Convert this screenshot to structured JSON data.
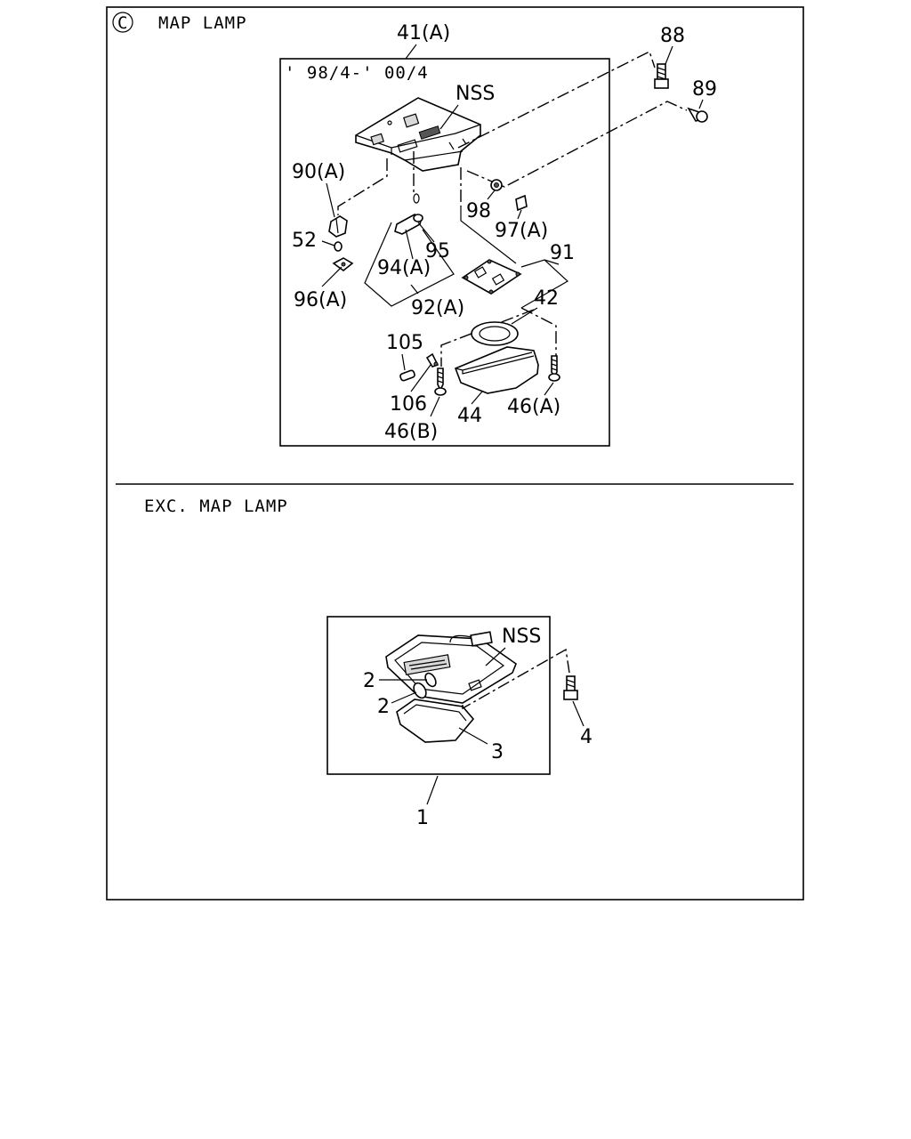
{
  "sections": {
    "map_lamp": {
      "marker": "C",
      "title": "MAP LAMP",
      "assembly_ref": "41(A)",
      "date_range": "' 98/4-' 00/4"
    },
    "exc_map_lamp": {
      "title": "EXC. MAP LAMP"
    }
  },
  "callouts_map_lamp": {
    "c88": "88",
    "c89": "89",
    "nss": "NSS",
    "c90a": "90(A)",
    "c52": "52",
    "c96a": "96(A)",
    "c94a": "94(A)",
    "c95": "95",
    "c92a": "92(A)",
    "c98": "98",
    "c97a": "97(A)",
    "c91": "91",
    "c42": "42",
    "c105": "105",
    "c106": "106",
    "c46b": "46(B)",
    "c44": "44",
    "c46a": "46(A)"
  },
  "callouts_exc": {
    "nss": "NSS",
    "c2a": "2",
    "c2b": "2",
    "c3": "3",
    "c4": "4",
    "c1": "1"
  }
}
